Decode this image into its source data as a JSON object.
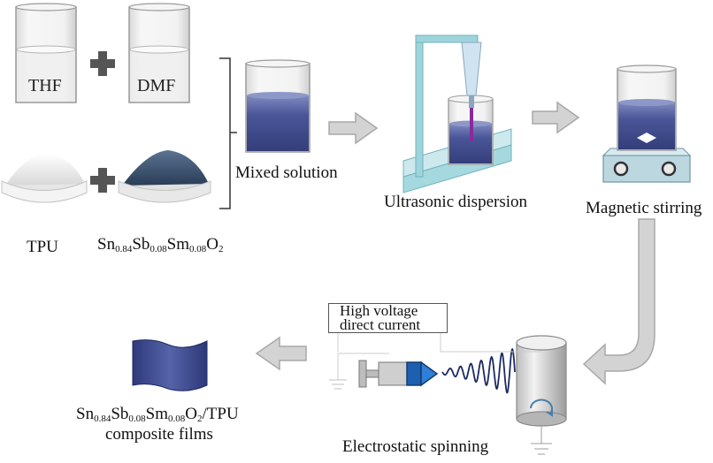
{
  "solvents": {
    "left": "THF",
    "right": "DMF"
  },
  "solids": {
    "left": "TPU"
  },
  "formula": {
    "parts": [
      {
        "el": "Sn",
        "sub": "0.84"
      },
      {
        "el": "Sb",
        "sub": "0.08"
      },
      {
        "el": "Sm",
        "sub": "0.08"
      },
      {
        "el": "O",
        "sub": "2"
      }
    ],
    "tpu_suffix": "/TPU"
  },
  "steps": {
    "mixed": "Mixed solution",
    "ultrasonic": "Ultrasonic dispersion",
    "magnetic": "Magnetic stirring",
    "hv_line1": "High voltage",
    "hv_line2": "direct current",
    "electrospin": "Electrostatic spinning",
    "films": "composite films"
  },
  "colors": {
    "solution": "#3e4a8c",
    "solution_light": "#6a76b3",
    "arrow_fill": "#d3d3d3",
    "arrow_stroke": "#a8a8a8",
    "stand": "#9fd4dc",
    "needle_tip": "#1d5fb0"
  }
}
